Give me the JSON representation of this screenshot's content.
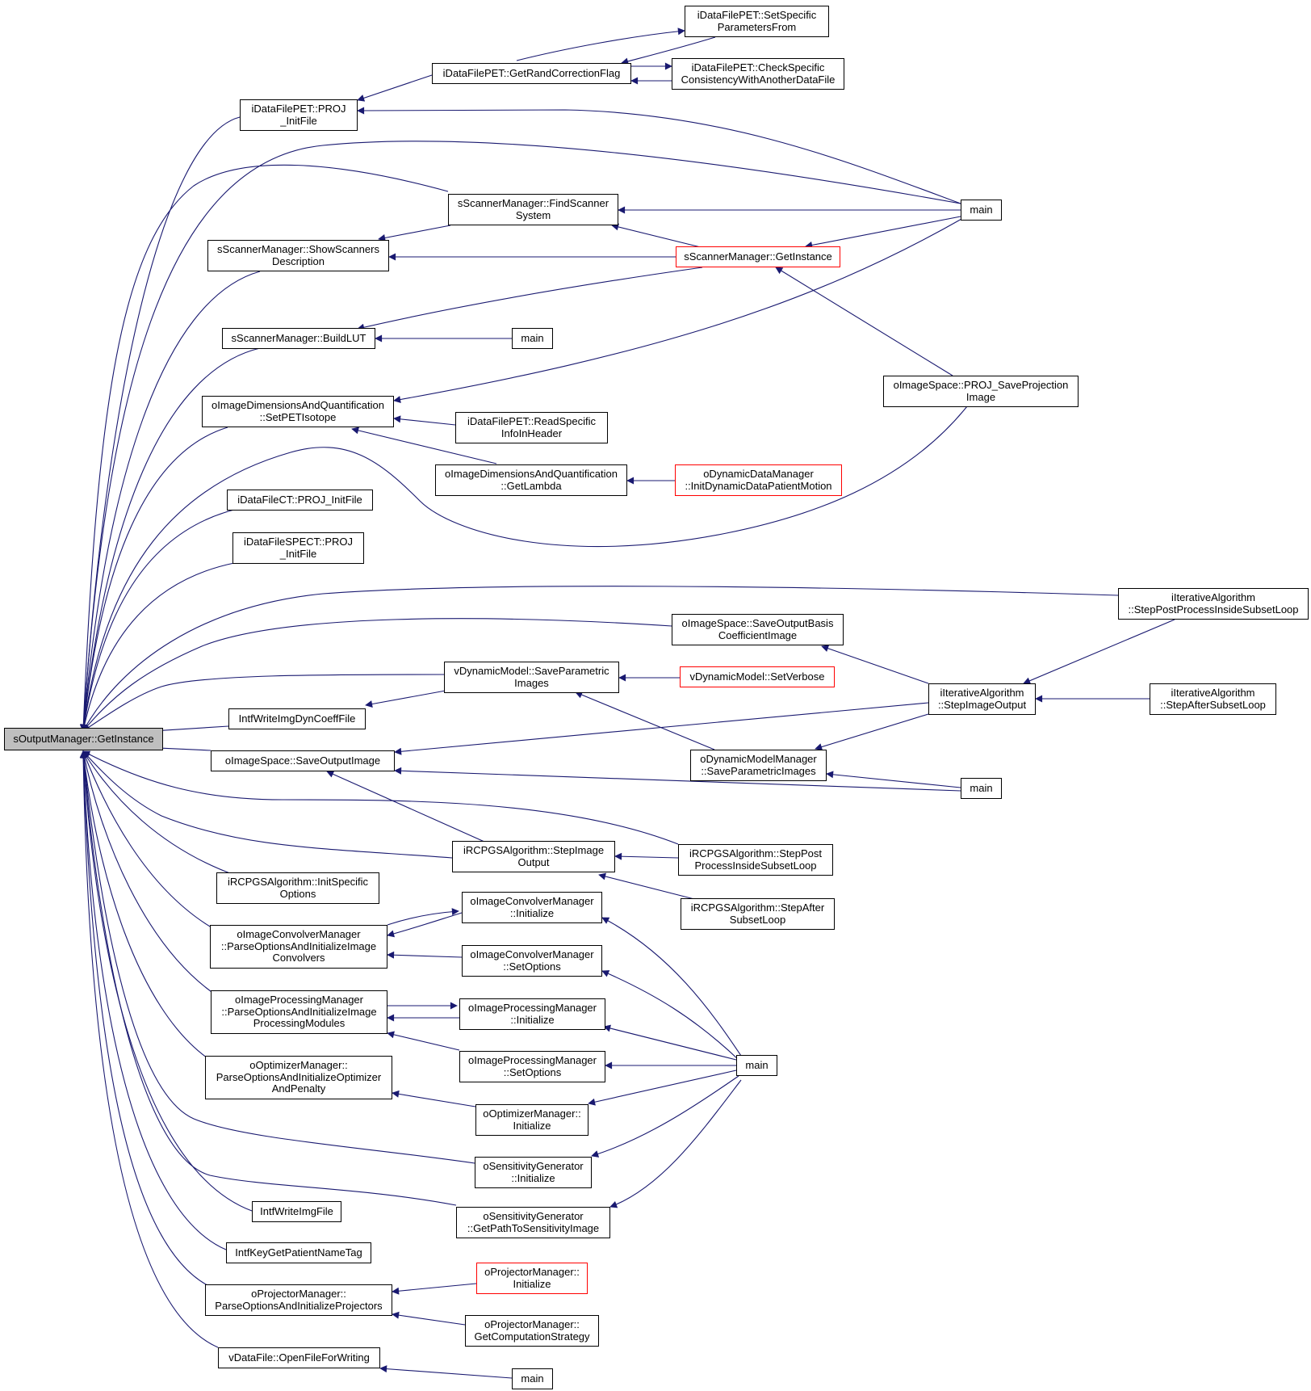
{
  "graph": {
    "root": "sOutputManager::GetInstance",
    "colors": {
      "edge": "#191970",
      "node_border": "#000000",
      "truncated_border": "#ff0000",
      "root_fill": "#bfbfbf"
    },
    "nodes": [
      {
        "id": "n_root",
        "label": "sOutputManager::GetInstance"
      },
      {
        "id": "n_projinit",
        "label": "iDataFilePET::PROJ\n_InitFile"
      },
      {
        "id": "n_getrand",
        "label": "iDataFilePET::GetRandCorrectionFlag"
      },
      {
        "id": "n_setspec",
        "label": "iDataFilePET::SetSpecific\nParametersFrom"
      },
      {
        "id": "n_checkspec",
        "label": "iDataFilePET::CheckSpecific\nConsistencyWithAnotherDataFile"
      },
      {
        "id": "n_main1",
        "label": "main"
      },
      {
        "id": "n_findscanner",
        "label": "sScannerManager::FindScanner\nSystem"
      },
      {
        "id": "n_showscanners",
        "label": "sScannerManager::ShowScanners\nDescription"
      },
      {
        "id": "n_sm_getinst",
        "label": "sScannerManager::GetInstance"
      },
      {
        "id": "n_buildlut",
        "label": "sScannerManager::BuildLUT"
      },
      {
        "id": "n_main2",
        "label": "main"
      },
      {
        "id": "n_setpet",
        "label": "oImageDimensionsAndQuantification\n::SetPETIsotope"
      },
      {
        "id": "n_readspec",
        "label": "iDataFilePET::ReadSpecific\nInfoInHeader"
      },
      {
        "id": "n_getlambda",
        "label": "oImageDimensionsAndQuantification\n::GetLambda"
      },
      {
        "id": "n_initdyn",
        "label": "oDynamicDataManager\n::InitDynamicDataPatientMotion"
      },
      {
        "id": "n_saveproj",
        "label": "oImageSpace::PROJ_SaveProjection\nImage"
      },
      {
        "id": "n_ct",
        "label": "iDataFileCT::PROJ_InitFile"
      },
      {
        "id": "n_spect",
        "label": "iDataFileSPECT::PROJ\n_InitFile"
      },
      {
        "id": "n_itpost",
        "label": "iIterativeAlgorithm\n::StepPostProcessInsideSubsetLoop"
      },
      {
        "id": "n_saveoutbasis",
        "label": "oImageSpace::SaveOutputBasis\nCoefficientImage"
      },
      {
        "id": "n_saveparam",
        "label": "vDynamicModel::SaveParametric\nImages"
      },
      {
        "id": "n_setverbose",
        "label": "vDynamicModel::SetVerbose"
      },
      {
        "id": "n_itimgout",
        "label": "iIterativeAlgorithm\n::StepImageOutput"
      },
      {
        "id": "n_itafter",
        "label": "iIterativeAlgorithm\n::StepAfterSubsetLoop"
      },
      {
        "id": "n_intfdyn",
        "label": "IntfWriteImgDynCoeffFile"
      },
      {
        "id": "n_saveoutimg",
        "label": "oImageSpace::SaveOutputImage"
      },
      {
        "id": "n_dynmgrsave",
        "label": "oDynamicModelManager\n::SaveParametricImages"
      },
      {
        "id": "n_main3",
        "label": "main"
      },
      {
        "id": "n_rcpgsimg",
        "label": "iRCPGSAlgorithm::StepImage\nOutput"
      },
      {
        "id": "n_rcpgspost",
        "label": "iRCPGSAlgorithm::StepPost\nProcessInsideSubsetLoop"
      },
      {
        "id": "n_rcpgsinit",
        "label": "iRCPGSAlgorithm::InitSpecific\nOptions"
      },
      {
        "id": "n_rcpgsafter",
        "label": "iRCPGSAlgorithm::StepAfter\nSubsetLoop"
      },
      {
        "id": "n_convparse",
        "label": "oImageConvolverManager\n::ParseOptionsAndInitializeImage\nConvolvers"
      },
      {
        "id": "n_convinit",
        "label": "oImageConvolverManager\n::Initialize"
      },
      {
        "id": "n_convset",
        "label": "oImageConvolverManager\n::SetOptions"
      },
      {
        "id": "n_procparse",
        "label": "oImageProcessingManager\n::ParseOptionsAndInitializeImage\nProcessingModules"
      },
      {
        "id": "n_procinit",
        "label": "oImageProcessingManager\n::Initialize"
      },
      {
        "id": "n_procset",
        "label": "oImageProcessingManager\n::SetOptions"
      },
      {
        "id": "n_main4",
        "label": "main"
      },
      {
        "id": "n_optparse",
        "label": "oOptimizerManager::\nParseOptionsAndInitializeOptimizer\nAndPenalty"
      },
      {
        "id": "n_optinit",
        "label": "oOptimizerManager::\nInitialize"
      },
      {
        "id": "n_sensinit",
        "label": "oSensitivityGenerator\n::Initialize"
      },
      {
        "id": "n_sensgetpath",
        "label": "oSensitivityGenerator\n::GetPathToSensitivityImage"
      },
      {
        "id": "n_intfwrite",
        "label": "IntfWriteImgFile"
      },
      {
        "id": "n_intfkey",
        "label": "IntfKeyGetPatientNameTag"
      },
      {
        "id": "n_projparse",
        "label": "oProjectorManager::\nParseOptionsAndInitializeProjectors"
      },
      {
        "id": "n_projinit2",
        "label": "oProjectorManager::\nInitialize"
      },
      {
        "id": "n_projcomp",
        "label": "oProjectorManager::\nGetComputationStrategy"
      },
      {
        "id": "n_openfile",
        "label": "vDataFile::OpenFileForWriting"
      },
      {
        "id": "n_main5",
        "label": "main"
      }
    ]
  }
}
